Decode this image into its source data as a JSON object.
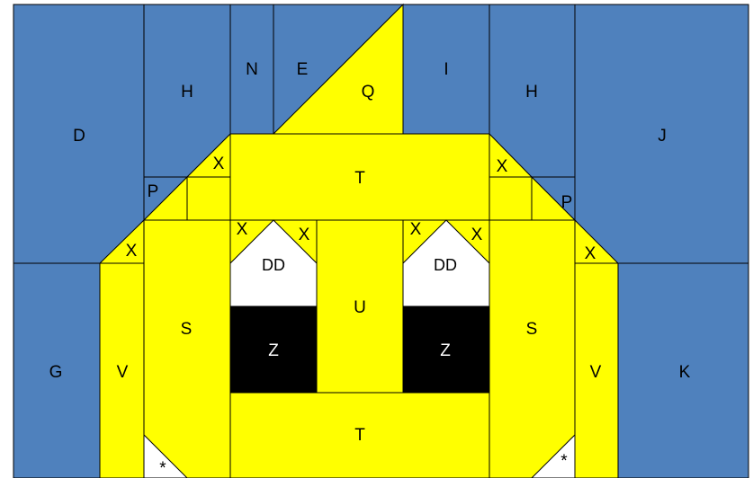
{
  "colors": {
    "blue": "#4f81bd",
    "yellow": "#ffff00",
    "black": "#000000",
    "white": "#ffffff",
    "outline": "#000000"
  },
  "labels": {
    "D": "D",
    "H_left": "H",
    "N": "N",
    "E": "E",
    "Q": "Q",
    "I": "I",
    "H_right": "H",
    "J": "J",
    "X": "X",
    "T_top": "T",
    "P": "P",
    "S_left": "S",
    "S_right": "S",
    "DD_left": "DD",
    "DD_right": "DD",
    "U": "U",
    "Z_left": "Z",
    "Z_right": "Z",
    "G": "G",
    "V_left": "V",
    "V_right": "V",
    "K": "K",
    "T_bottom": "T",
    "star": "*"
  }
}
